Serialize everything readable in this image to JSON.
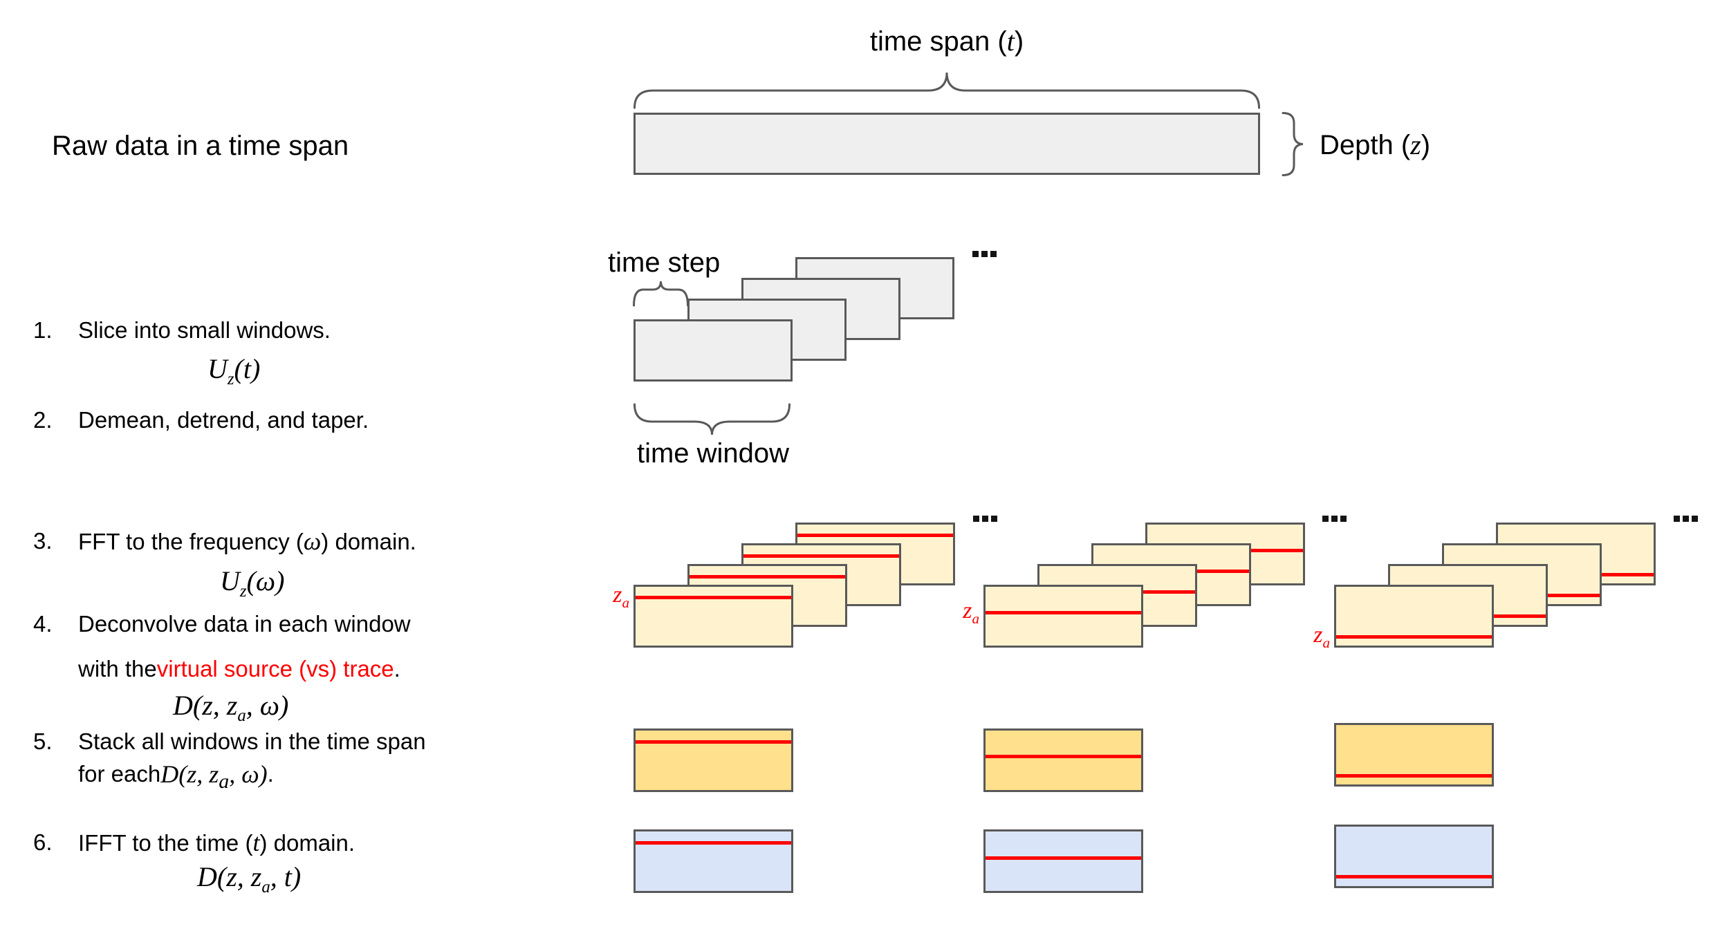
{
  "labels": {
    "raw_data": "Raw data in a time span",
    "time_span_pre": "time span (",
    "time_span_var": "t",
    "time_span_post": ")",
    "depth_pre": "Depth (",
    "depth_var": "z",
    "depth_post": ")",
    "time_step": "time step",
    "time_window": "time window"
  },
  "za": {
    "base": "z",
    "sub": "a"
  },
  "steps": {
    "s1_num": "1.",
    "s1_text": "Slice into small windows.",
    "f1_base": "U",
    "f1_sub": "z",
    "f1_args": "(t)",
    "s2_num": "2.",
    "s2_text": "Demean, detrend, and taper.",
    "s3_num": "3.",
    "s3_pre": "FFT to the frequency (",
    "s3_var": "ω",
    "s3_post": ") domain.",
    "f3_base": "U",
    "f3_sub": "z",
    "f3_args": "(ω)",
    "s4_num": "4.",
    "s4_line1": "Deconvolve data in each window",
    "s4_l2_black": "with the ",
    "s4_l2_red": "virtual source (vs) trace",
    "s4_l2_end": ".",
    "f4_pre": "D(z, z",
    "f4_sub": "a",
    "f4_post": ", ω)",
    "s5_num": "5.",
    "s5_line1": "Stack all windows in the time span",
    "s5_l2_pre": "for each ",
    "s5_f_pre": "D(z, z",
    "s5_f_sub": "a",
    "s5_f_post": ", ω)",
    "s5_l2_end": ".",
    "s6_num": "6.",
    "s6_pre": "IFFT to the time (",
    "s6_var": "t",
    "s6_post": ") domain.",
    "f6_pre": "D(z, z",
    "f6_sub": "a",
    "f6_post": ", t)"
  },
  "colors": {
    "ink": "#000000",
    "border": "#595959",
    "gray": "#efefef",
    "cream": "#fff3cf",
    "orange": "#ffe08c",
    "blue": "#dae4f8",
    "red": "#fe0000",
    "bg": "#ffffff"
  }
}
